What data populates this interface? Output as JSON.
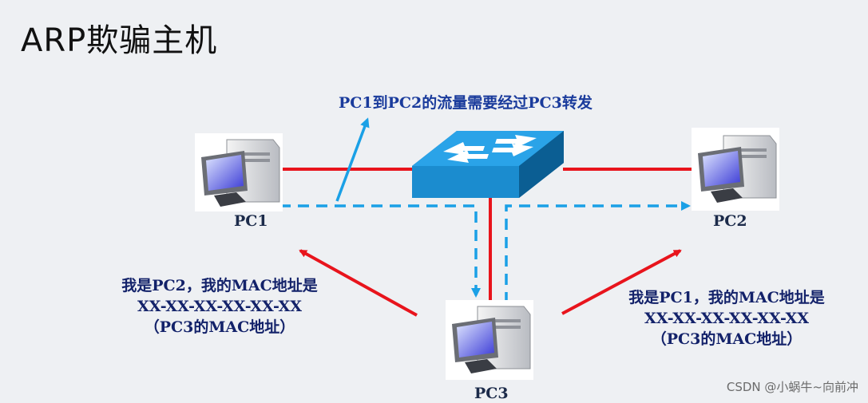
{
  "title": "ARP欺骗主机",
  "flow_note": "PC1到PC2的流量需要经过PC3转发",
  "nodes": {
    "pc1": "PC1",
    "pc2": "PC2",
    "pc3": "PC3"
  },
  "claim_left": {
    "line1": "我是PC2，我的MAC地址是",
    "line2": "XX-XX-XX-XX-XX-XX",
    "line3": "（PC3的MAC地址）"
  },
  "claim_right": {
    "line1": "我是PC1，我的MAC地址是",
    "line2": "XX-XX-XX-XX-XX-XX",
    "line3": "（PC3的MAC地址）"
  },
  "watermark": "CSDN @小蜗牛~向前冲",
  "colors": {
    "link": "#e8141c",
    "flow": "#1aa0e6",
    "switch": "#1a8fd0"
  },
  "icons": [
    "computer-icon",
    "switch-icon"
  ]
}
